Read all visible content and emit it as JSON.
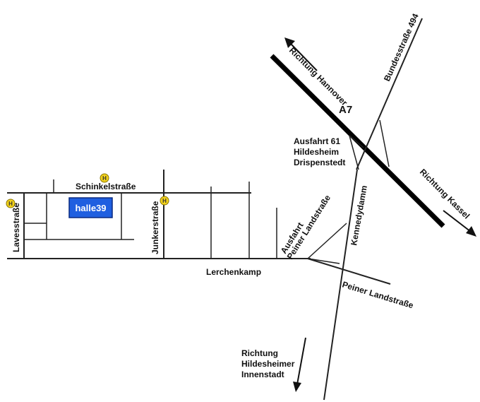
{
  "map": {
    "highway_label": "A7",
    "poi": {
      "label": "halle39",
      "fill": "#1f5fe0",
      "stroke": "#0a2a80"
    },
    "bus_stop_symbol": "H",
    "bus_stop_color": "#f2d21b",
    "streets": {
      "schinkelstrasse": "Schinkelstraße",
      "lavesstrasse": "Lavesstraße",
      "junkerstrasse": "Junkerstraße",
      "lerchenkamp": "Lerchenkamp",
      "kennedydamm": "Kennedydamm",
      "peiner_landstrasse": "Peiner Landstraße",
      "bundesstrasse": "Bundesstraße 494"
    },
    "exits": {
      "ausfahrt61": [
        "Ausfahrt 61",
        "Hildesheim",
        "Drispenstedt"
      ],
      "peiner": [
        "Ausfahrt",
        "Peiner Landstraße"
      ]
    },
    "directions": {
      "hannover": "Richtung Hannover",
      "kassel": "Richtung Kassel",
      "innenstadt": [
        "Richtung",
        "Hildesheimer",
        "Innenstadt"
      ]
    }
  }
}
